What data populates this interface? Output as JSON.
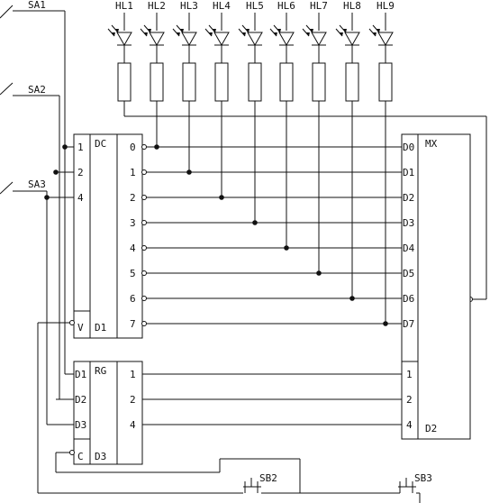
{
  "leds": [
    "HL1",
    "HL2",
    "HL3",
    "HL4",
    "HL5",
    "HL6",
    "HL7",
    "HL8",
    "HL9"
  ],
  "switches": [
    "SA1",
    "SA2",
    "SA3"
  ],
  "buttons": [
    "SB2",
    "SB3"
  ],
  "dc": {
    "name": "DC",
    "inputs": [
      "1",
      "2",
      "4"
    ],
    "enable": "V",
    "strobe": "D1",
    "outputs": [
      "0",
      "1",
      "2",
      "3",
      "4",
      "5",
      "6",
      "7"
    ]
  },
  "rg": {
    "name": "RG",
    "inputs": [
      "D1",
      "D2",
      "D3"
    ],
    "clock": "C",
    "strobe": "D3",
    "outputs": [
      "1",
      "2",
      "4"
    ]
  },
  "mx": {
    "name": "MX",
    "data_inputs": [
      "D0",
      "D1",
      "D2",
      "D3",
      "D4",
      "D5",
      "D6",
      "D7"
    ],
    "address_inputs": [
      "1",
      "2",
      "4"
    ],
    "strobe": "D2"
  }
}
